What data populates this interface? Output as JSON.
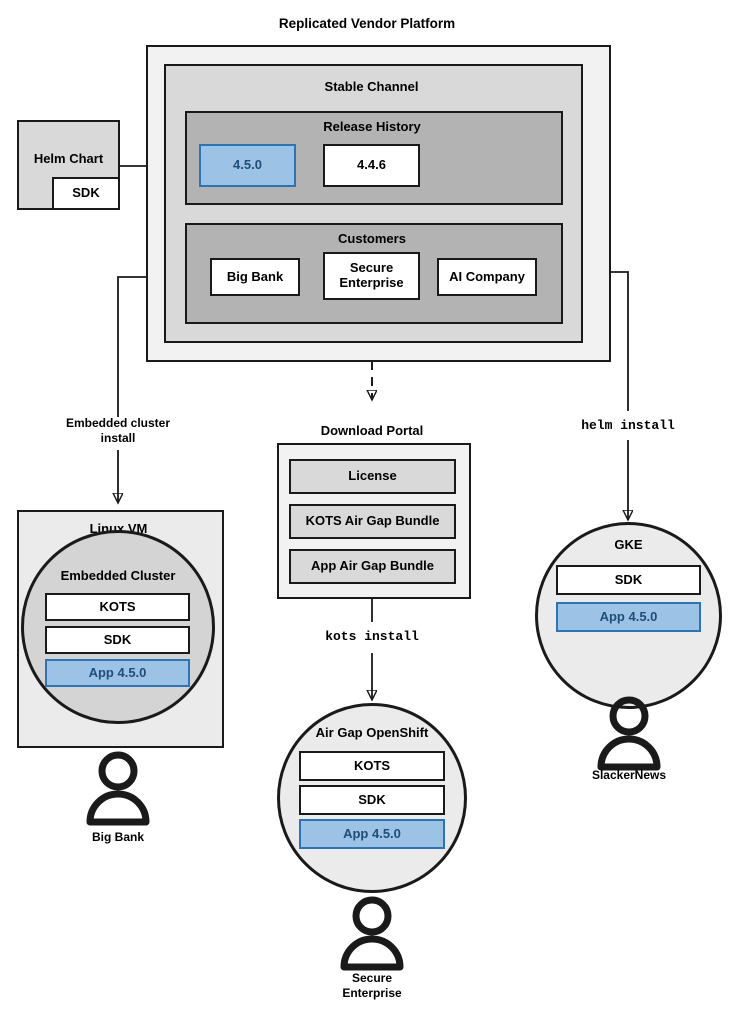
{
  "diagram": {
    "title": "Replicated Vendor Platform",
    "accent_blue_fill": "#9cc3e5",
    "accent_blue_border": "#2e74b5",
    "accent_blue_text": "#1f4e79"
  },
  "helm_chart": {
    "label": "Helm Chart",
    "sdk_label": "SDK"
  },
  "platform": {
    "channel_label": "Stable Channel",
    "release_history": {
      "label": "Release History",
      "releases": [
        {
          "version": "4.5.0",
          "highlighted": true
        },
        {
          "version": "4.4.6",
          "highlighted": false
        }
      ]
    },
    "customers": {
      "label": "Customers",
      "items": [
        {
          "name": "Big Bank"
        },
        {
          "name": "Secure Enterprise"
        },
        {
          "name": "AI Company"
        }
      ]
    }
  },
  "edges": {
    "embedded_cluster_install": "Embedded cluster\ninstall",
    "kots_install": "kots install",
    "helm_install": "helm install"
  },
  "download_portal": {
    "label": "Download Portal",
    "artifacts": [
      "License",
      "KOTS Air Gap Bundle",
      "App Air Gap Bundle"
    ]
  },
  "targets": {
    "linux_vm": {
      "label": "Linux VM",
      "cluster_label": "Embedded Cluster",
      "components": [
        {
          "label": "KOTS",
          "highlighted": false
        },
        {
          "label": "SDK",
          "highlighted": false
        },
        {
          "label": "App 4.5.0",
          "highlighted": true
        }
      ],
      "actor": "Big Bank"
    },
    "air_gap_openshift": {
      "label": "Air Gap OpenShift",
      "components": [
        {
          "label": "KOTS",
          "highlighted": false
        },
        {
          "label": "SDK",
          "highlighted": false
        },
        {
          "label": "App 4.5.0",
          "highlighted": true
        }
      ],
      "actor": "Secure\nEnterprise"
    },
    "gke": {
      "label": "GKE",
      "components": [
        {
          "label": "SDK",
          "highlighted": false
        },
        {
          "label": "App 4.5.0",
          "highlighted": true
        }
      ],
      "actor": "SlackerNews"
    }
  }
}
